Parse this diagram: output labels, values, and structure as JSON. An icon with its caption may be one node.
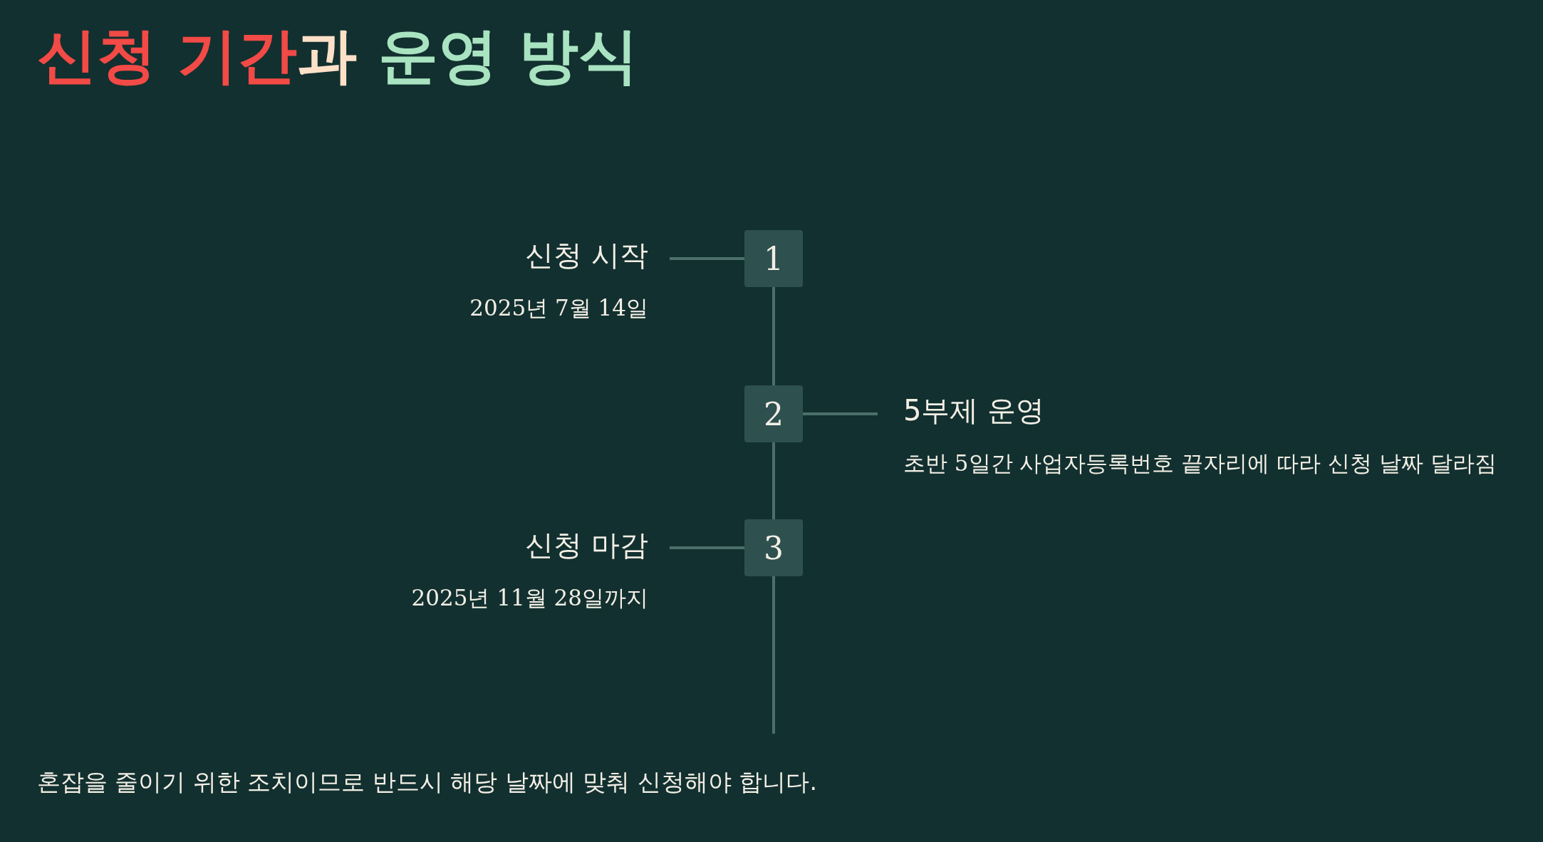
{
  "diagram": {
    "title": "**신청 기간**과 *운영 방식*",
    "nodes": [
      {
        "text": [
          "신청 시작",
          "2025년 7월 14일"
        ]
      },
      {
        "text": [
          "1"
        ]
      },
      {
        "text": [
          "2"
        ]
      },
      {
        "text": [
          "5부제 운영",
          "초반 5일간 사업자등록번호 끝자리에 따라 신청 날짜 달라짐"
        ]
      },
      {
        "text": [
          "3"
        ]
      },
      {
        "text": [
          "신청 마감",
          "2025년 11월 28일까지"
        ]
      }
    ],
    "edges": [
      {
        "from": 0,
        "to": 1,
        "arrow": "none"
      },
      {
        "from": 1,
        "to": 2,
        "arrow": "none"
      },
      {
        "from": 2,
        "to": 3,
        "arrow": "none"
      },
      {
        "from": 2,
        "to": 4,
        "arrow": "none"
      },
      {
        "from": 5,
        "to": 4,
        "arrow": "none"
      },
      {
        "from": 4,
        "to": null,
        "arrow": "none"
      }
    ],
    "labels": [
      "혼잡을 줄이기 위한 조치이므로 반드시 해당 날짜에 맞춰 신청해야 합니다."
    ]
  }
}
